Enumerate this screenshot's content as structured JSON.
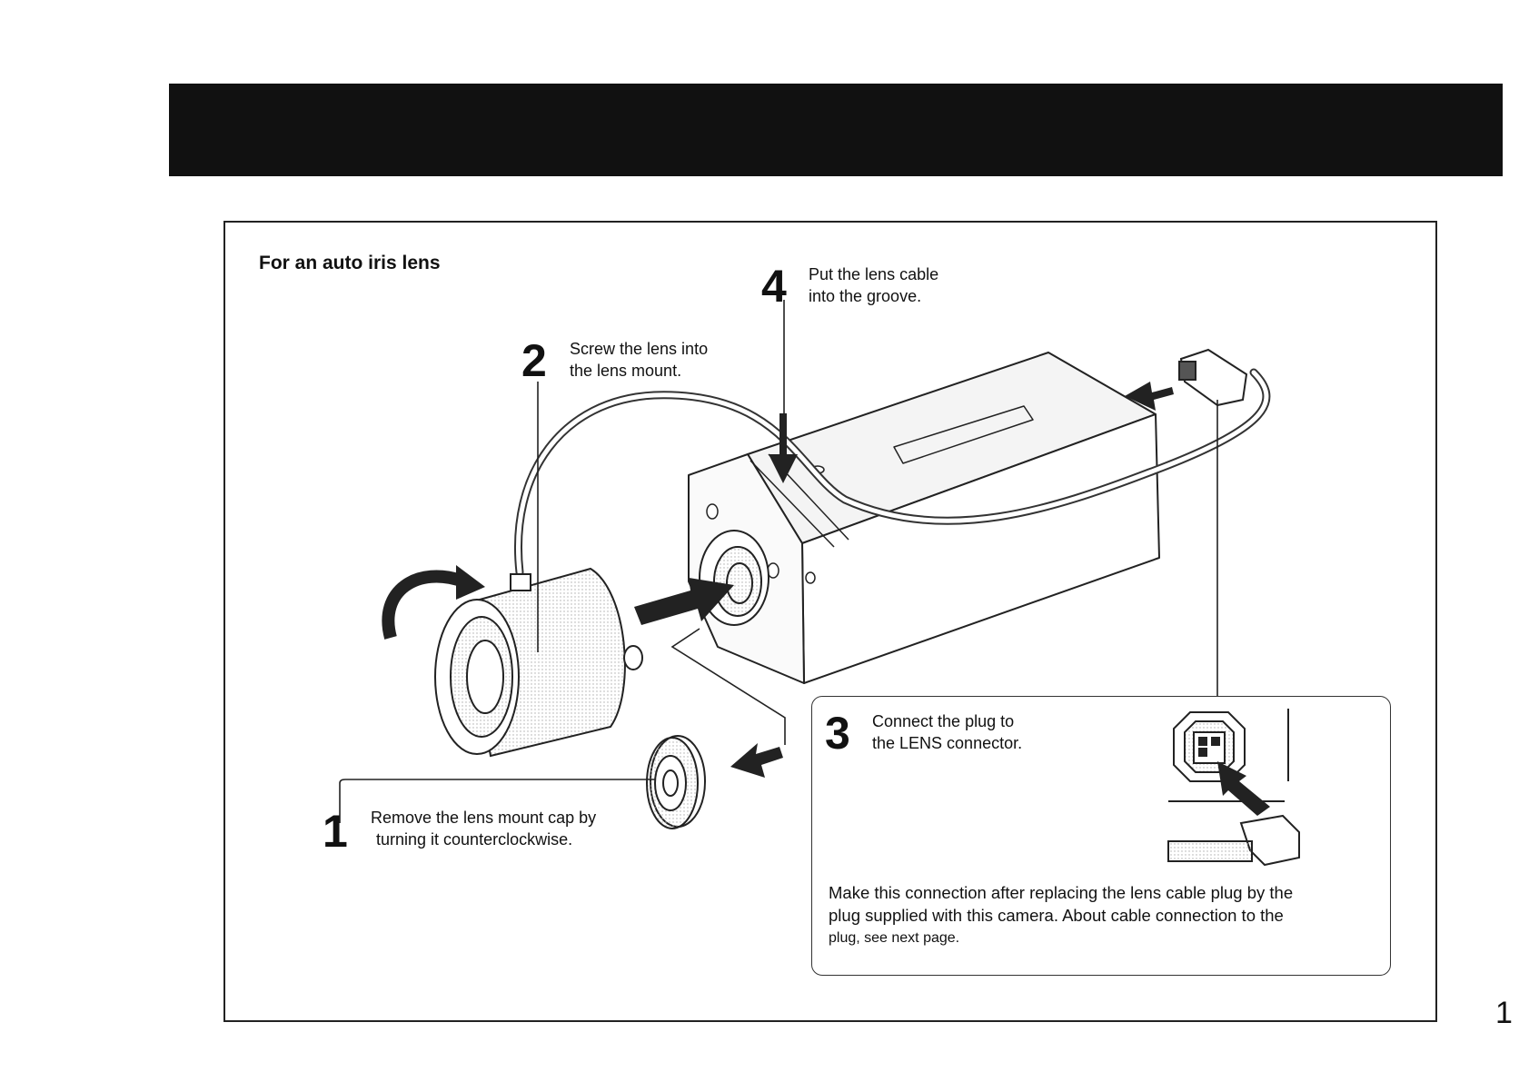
{
  "header": {
    "color": "#111111"
  },
  "section_title": "For an auto iris lens",
  "steps": {
    "1": {
      "number": "1",
      "lines": [
        "Remove the lens mount cap by",
        "turning it counterclockwise."
      ]
    },
    "2": {
      "number": "2",
      "lines": [
        "Screw the lens into",
        "the lens mount."
      ]
    },
    "3": {
      "number": "3",
      "lines": [
        "Connect the plug to",
        "the LENS connector."
      ]
    },
    "4": {
      "number": "4",
      "lines": [
        "Put the lens cable",
        "into the groove."
      ]
    }
  },
  "note_lines": [
    "Make this connection after replacing the lens cable plug by the",
    "plug supplied with this camera. About cable connection to the",
    "plug, see next page."
  ],
  "page_number": "1"
}
